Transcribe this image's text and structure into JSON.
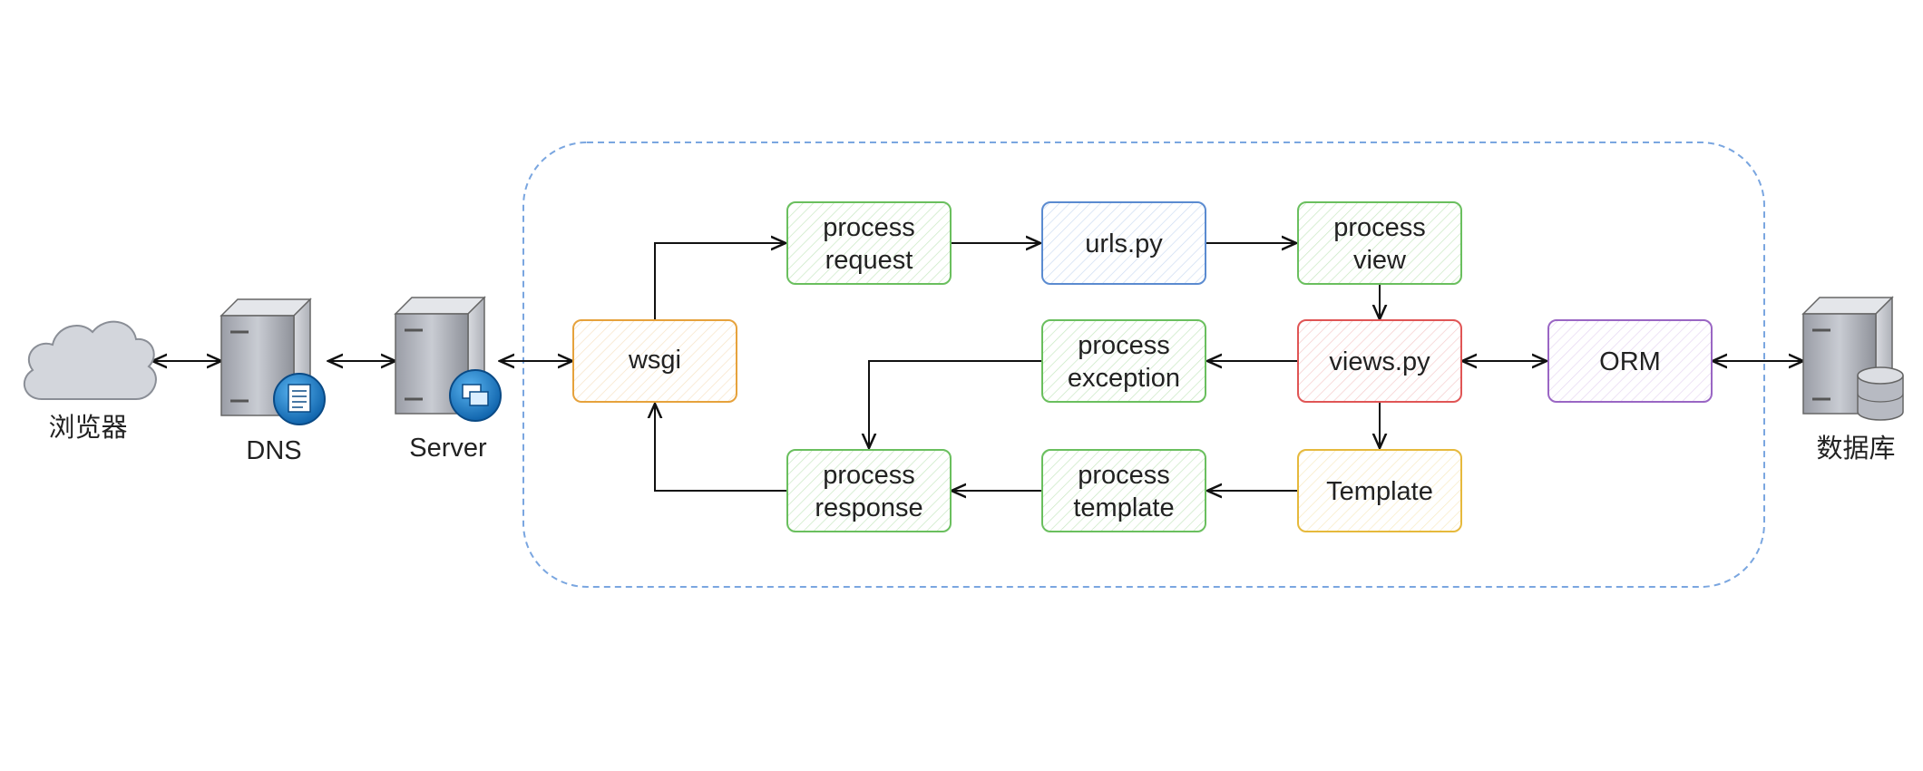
{
  "nodes": {
    "browser": {
      "label": "浏览器",
      "icon": "cloud-icon"
    },
    "dns": {
      "label": "DNS",
      "icon": "server-document-icon"
    },
    "server": {
      "label": "Server",
      "icon": "server-windows-icon"
    },
    "database": {
      "label": "数据库",
      "icon": "database-server-icon"
    },
    "wsgi": {
      "line1": "wsgi",
      "color": "#e6a23c"
    },
    "process_request": {
      "line1": "process",
      "line2": "request",
      "color": "#6abf5e"
    },
    "urls": {
      "line1": "urls.py",
      "color": "#5b8bd0"
    },
    "process_view": {
      "line1": "process",
      "line2": "view",
      "color": "#6abf5e"
    },
    "process_exception": {
      "line1": "process",
      "line2": "exception",
      "color": "#6abf5e"
    },
    "views": {
      "line1": "views.py",
      "color": "#e05555"
    },
    "orm": {
      "line1": "ORM",
      "color": "#9a66c4"
    },
    "process_response": {
      "line1": "process",
      "line2": "response",
      "color": "#6abf5e"
    },
    "process_template": {
      "line1": "process",
      "line2": "template",
      "color": "#6abf5e"
    },
    "template": {
      "line1": "Template",
      "color": "#e6b93c"
    }
  },
  "colors": {
    "container_border": "#7aa6e0",
    "edge": "#111111"
  }
}
